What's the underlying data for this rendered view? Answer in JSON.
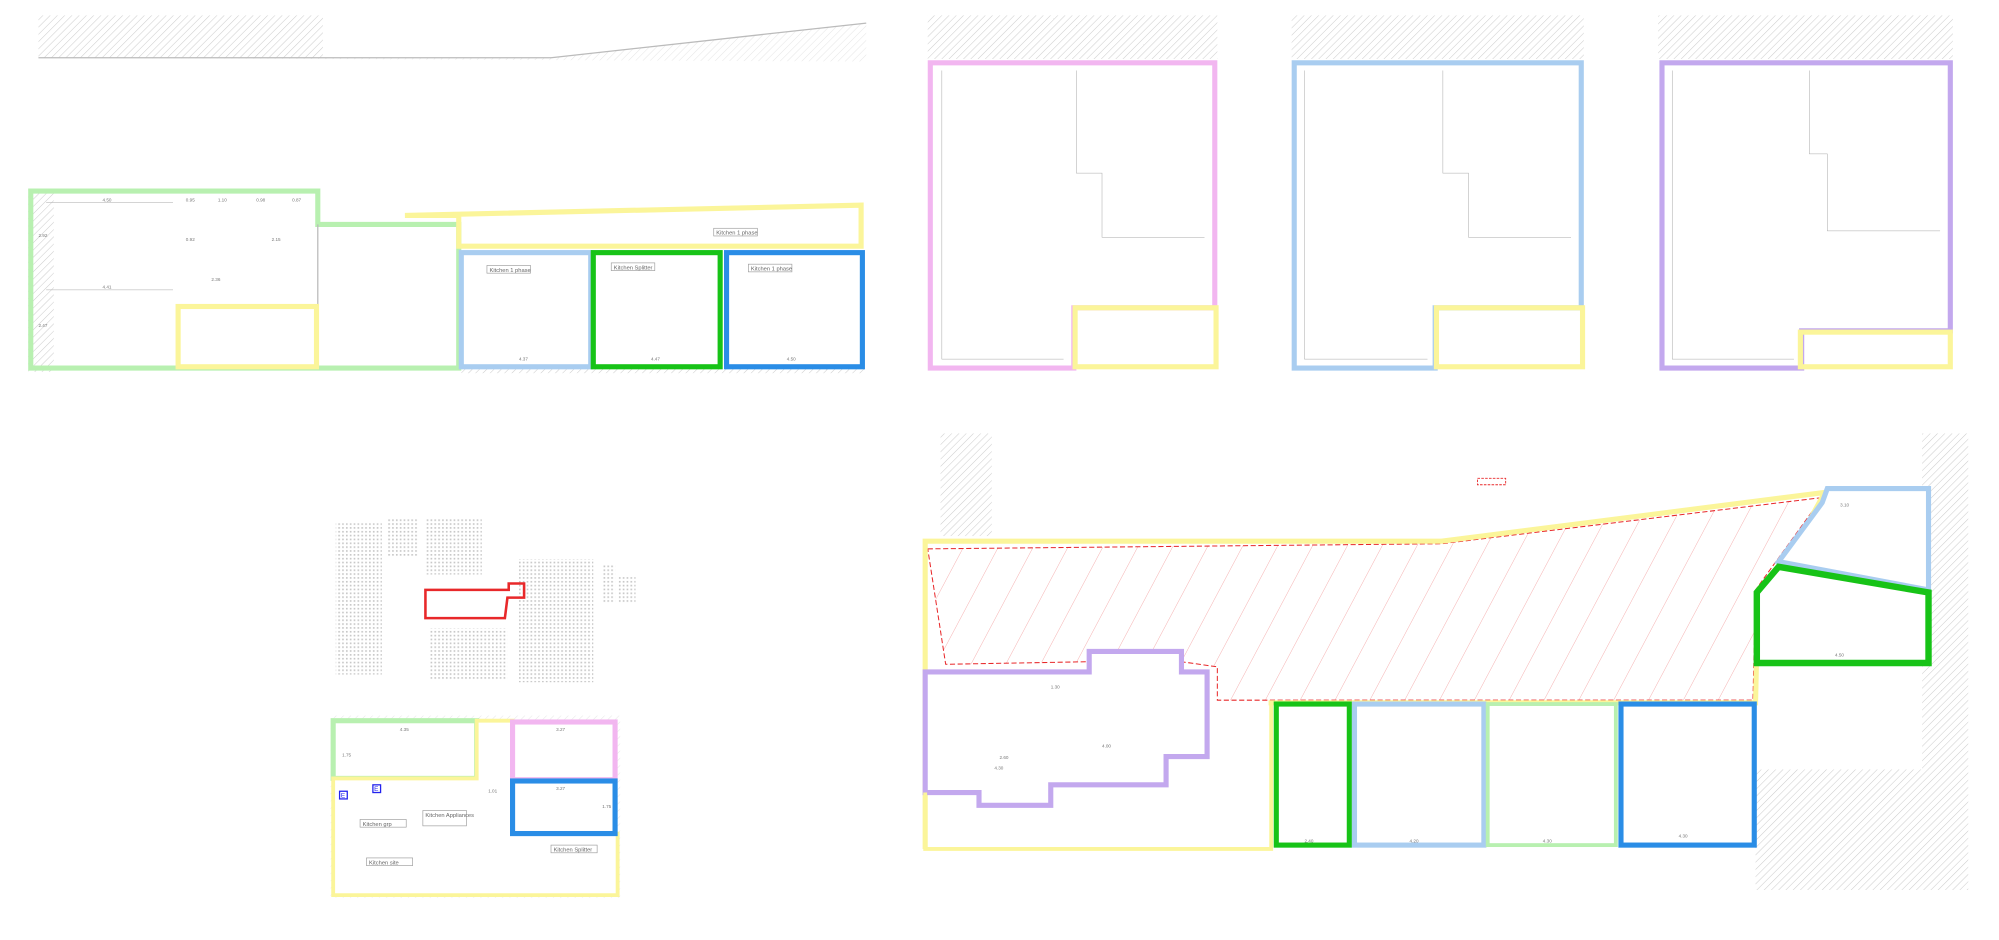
{
  "title": "Floor plan sheet with zone highlights",
  "colors": {
    "light_green": "#b8f0b0",
    "green": "#17c317",
    "light_blue": "#a9cdf0",
    "blue": "#2a8de6",
    "pink": "#f2b6f0",
    "purple": "#c3a8ee",
    "yellow": "#fbf59a",
    "red": "#e8282a"
  },
  "plan_top_left": {
    "room_labels": [
      "Kitchen 1 phase",
      "Kitchen Splitter",
      "Kitchen 1 phase",
      "Kitchen 1 phase"
    ],
    "dimensions": [
      "4.50",
      "0.95",
      "1.10",
      "0.98",
      "0.87",
      "2.92",
      "0.92",
      "2.15",
      "2.36",
      "4.41",
      "2.47",
      "4.37",
      "4.47",
      "4.50"
    ]
  },
  "plan_bottom_left": {
    "room_labels": [
      "Kitchen grp",
      "Kitchen Appliances",
      "Kitchen site",
      "Kitchen Splitter"
    ],
    "dimensions": [
      "4.35",
      "1.75",
      "3.27",
      "3.27",
      "1.01",
      "1.75"
    ],
    "marker": "E"
  },
  "plan_bottom_right": {
    "dimensions": [
      "3.10",
      "4.50",
      "1.30",
      "2.60",
      "4.30",
      "4.00",
      "2.40",
      "4.20",
      "4.30",
      "4.30"
    ]
  }
}
